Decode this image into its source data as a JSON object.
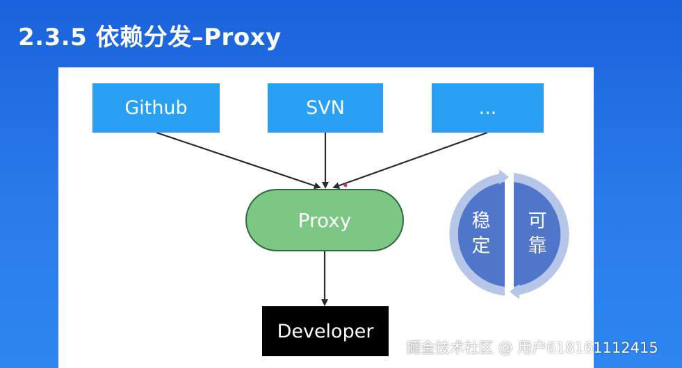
{
  "slide": {
    "title": "2.3.5 依赖分发–Proxy"
  },
  "diagram": {
    "sources": [
      {
        "label": "Github"
      },
      {
        "label": "SVN"
      },
      {
        "label": "..."
      }
    ],
    "proxy_label": "Proxy",
    "developer_label": "Developer",
    "cycle": {
      "left_text": "稳\n定",
      "right_text": "可\n靠"
    }
  },
  "colors": {
    "background": "#2a7bea",
    "source_box": "#2aa0f4",
    "proxy_fill": "#7bc783",
    "proxy_border": "#2f6a3b",
    "developer_box": "#000000",
    "cycle_fill": "#4f76c8",
    "cycle_ring": "#b6c6e8"
  },
  "watermark": {
    "text": "掘金技术社区 @ 用户618161112415"
  }
}
